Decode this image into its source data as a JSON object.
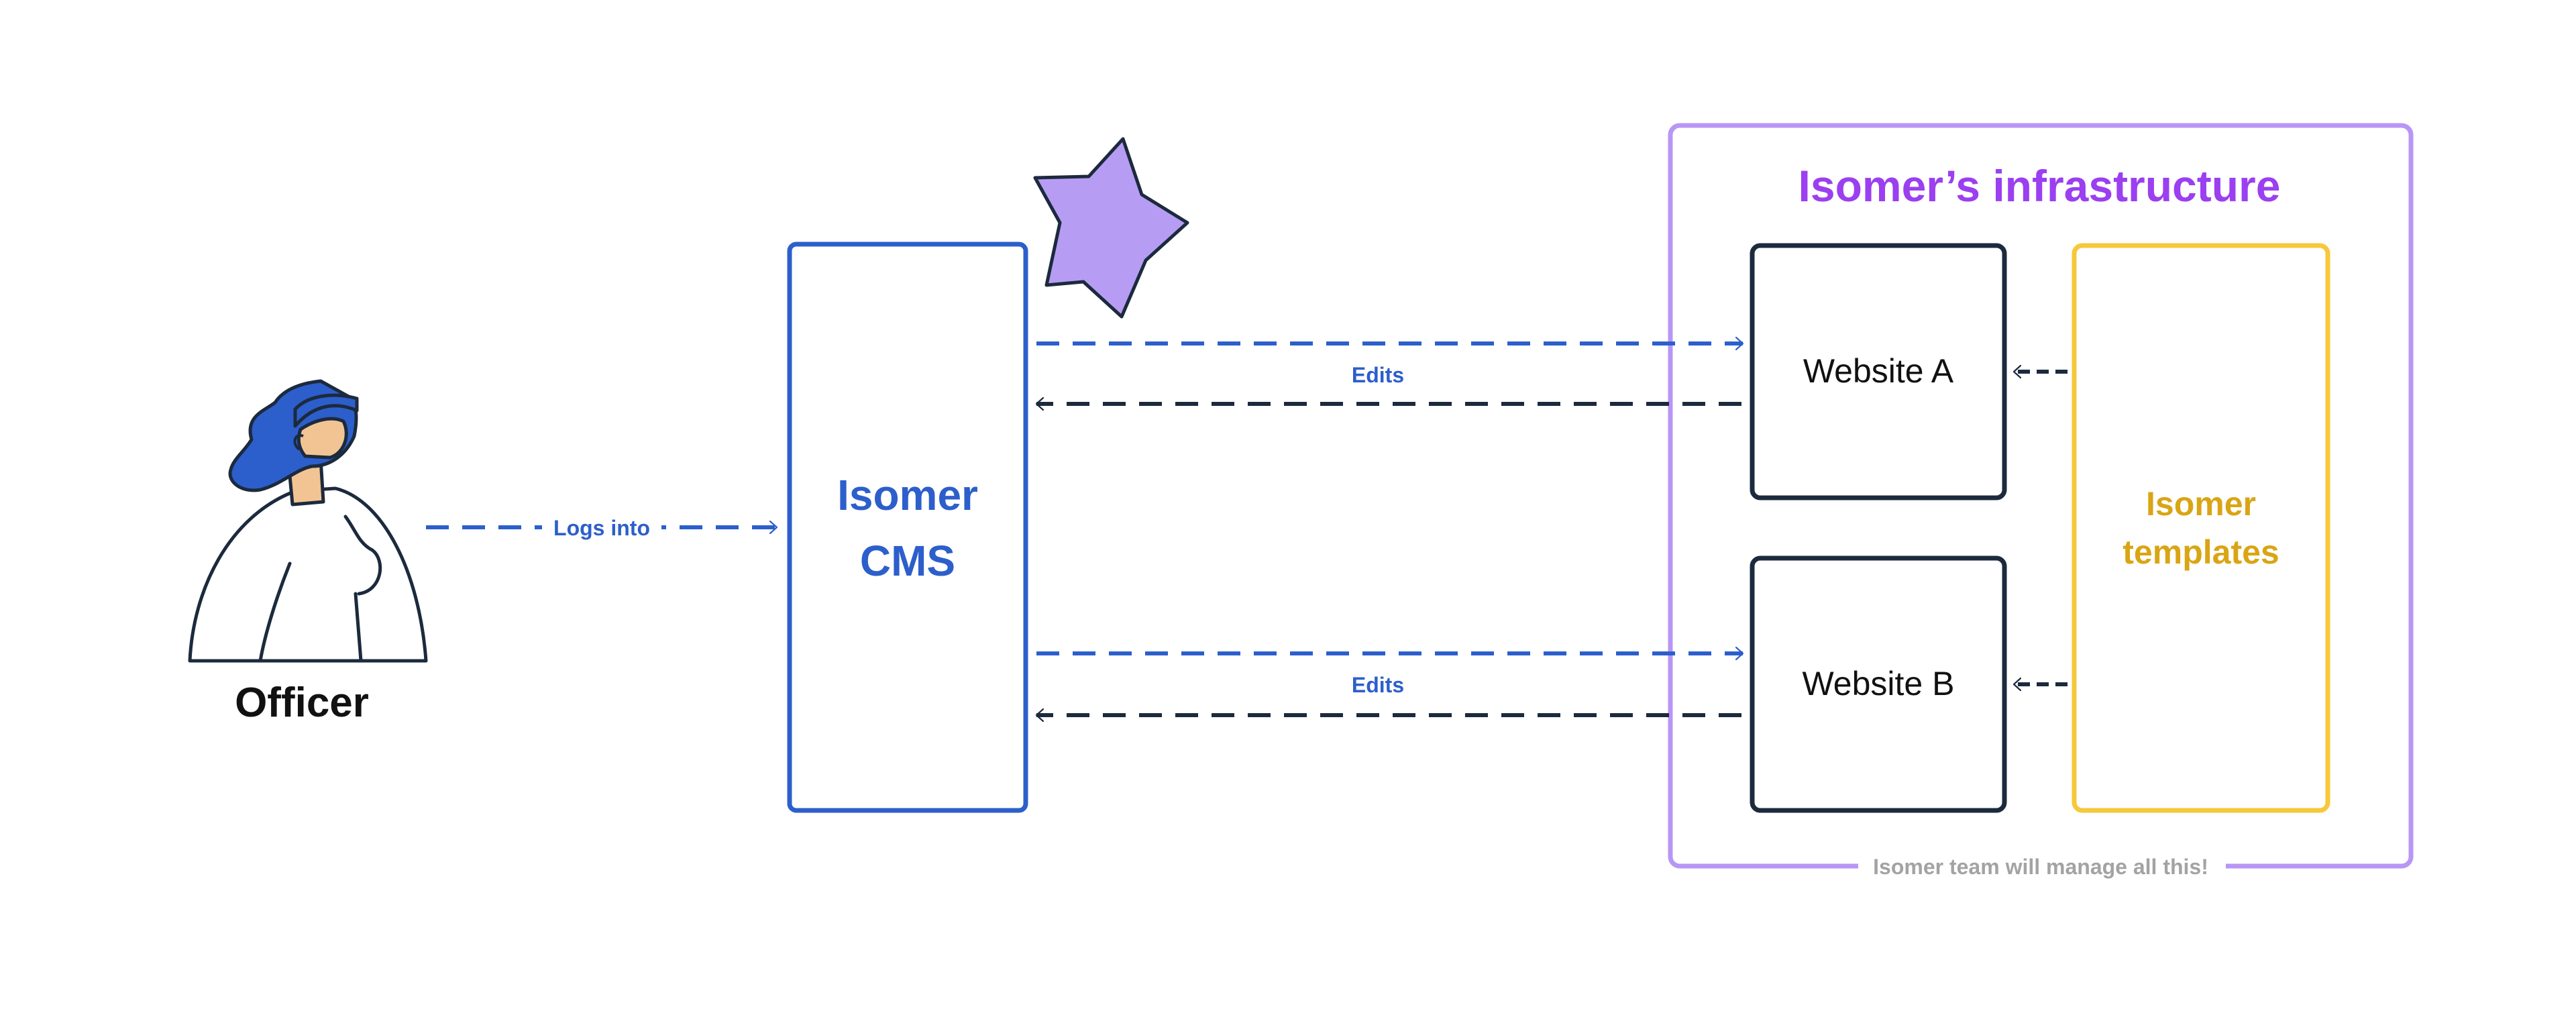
{
  "colors": {
    "cms_blue": "#2c5fcb",
    "infra_purple": "#b896f5",
    "infra_title": "#9b3ff0",
    "star_fill": "#b79cf4",
    "templates_yellow": "#f6c83a",
    "templates_text": "#d9a514",
    "dark": "#1c2a3d",
    "note_gray": "#a3a3a3"
  },
  "officer": {
    "label": "Officer",
    "icon": "officer-person-icon"
  },
  "logs_into": {
    "label": "Logs into"
  },
  "cms": {
    "line1": "Isomer",
    "line2": "CMS",
    "badge_icon": "star-icon"
  },
  "edits_a": {
    "label": "Edits"
  },
  "edits_b": {
    "label": "Edits"
  },
  "infrastructure": {
    "title": "Isomer’s infrastructure",
    "note": "Isomer team will manage all this!"
  },
  "website_a": {
    "label": "Website A"
  },
  "website_b": {
    "label": "Website B"
  },
  "templates": {
    "line1": "Isomer",
    "line2": "templates"
  }
}
